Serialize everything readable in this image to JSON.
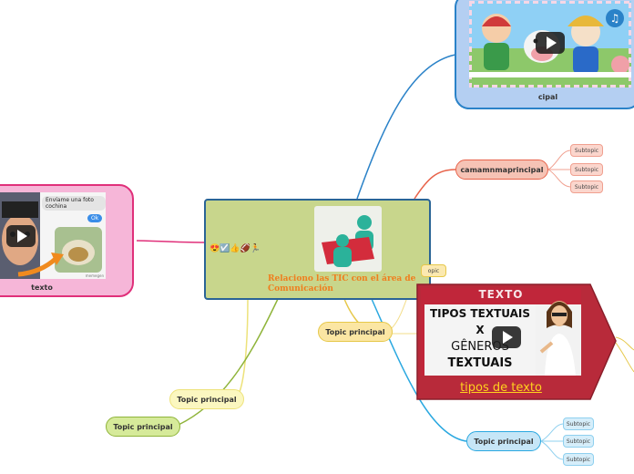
{
  "central": {
    "title": "Relaciono las TIC con el área de Comunicación",
    "emoji": "😍☑️👍🏈🏃"
  },
  "nodes": {
    "cipal": "cipal",
    "camamnmaprincipal": "camamnmaprincipal",
    "texto": "texto",
    "topic_yellow": "Topic principal",
    "topic_lightyellow": "Topic principal",
    "topic_green": "Topic principal",
    "topic_blue": "Topic principal",
    "topic_partial": "opic"
  },
  "subtopics": {
    "red": [
      "Subtopic",
      "Subtopic",
      "Subtopic"
    ],
    "blue": [
      "Subtopic",
      "Subtopic",
      "Subtopic"
    ]
  },
  "texto_card": {
    "chat_bubble": "Envíame una foto cochina",
    "ok_bubble": "Ok",
    "watermark": "memegen"
  },
  "video_card": {
    "banner": "TEXTO",
    "line1": "TIPOS TEXTUAIS",
    "line2": "X",
    "line3": "GÊNEROS",
    "line4": "TEXTUAIS",
    "link": "tipos de texto"
  },
  "colors": {
    "central_fill": "#c8d68c",
    "central_border": "#2a6496",
    "red_branch": "#e8634a",
    "blue_branch": "#2a82c8",
    "green_branch": "#8fb43a",
    "yellow_branch": "#e6c84a",
    "pink_branch": "#e0307a",
    "title_orange": "#ef7e1e"
  }
}
